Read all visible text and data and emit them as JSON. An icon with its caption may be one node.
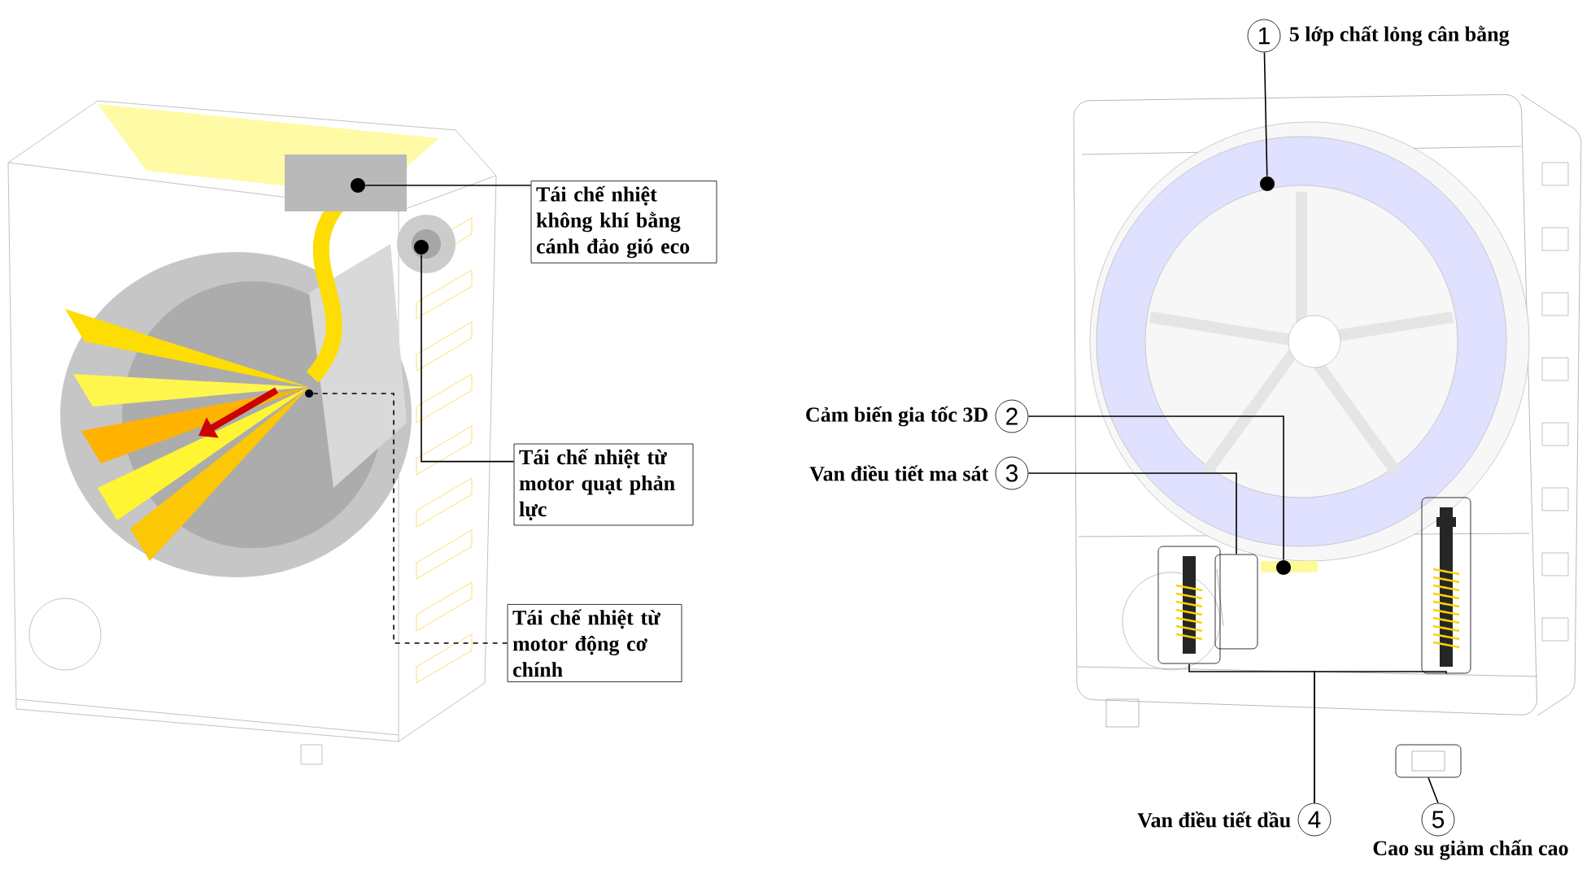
{
  "diagram": {
    "nodes": [
      {
        "text": [
          "Tái chế nhiệt không khí bằng cánh đảo gió eco"
        ]
      },
      {
        "text": [
          "Tái chế nhiệt từ motor quạt phản lực"
        ]
      },
      {
        "text": [
          "Tái chế nhiệt từ motor động cơ chính"
        ]
      },
      {
        "text": [],
        "shape": "circle"
      },
      {
        "text": [],
        "shape": "circle"
      },
      {
        "text": [],
        "shape": "circle"
      },
      {
        "text": [
          "1"
        ],
        "beside": [
          "5 lớp chất lỏng cân bằng"
        ]
      },
      {
        "text": [],
        "shape": "circle"
      },
      {
        "text": [
          "2"
        ],
        "beside": [
          "Cảm biến gia tốc 3D"
        ]
      },
      {
        "text": [],
        "shape": "circle"
      },
      {
        "text": [
          "3"
        ],
        "beside": [
          "Van điều tiết ma sát"
        ]
      },
      {
        "text": [],
        "shape": "box"
      },
      {
        "text": [
          "4"
        ],
        "beside": [
          "Van điều tiết dầu"
        ]
      },
      {
        "text": [],
        "shape": "box"
      },
      {
        "text": [],
        "shape": "box"
      },
      {
        "text": [
          "5"
        ],
        "beside": [
          "Cao su giảm chấn cao"
        ]
      },
      {
        "text": [],
        "shape": "box"
      }
    ],
    "edges": [
      {
        "from": 0,
        "to": 3,
        "arrow": "none"
      },
      {
        "from": 1,
        "to": 4,
        "arrow": "none"
      },
      {
        "from": 2,
        "to": 5,
        "arrow": "none",
        "style": "dashed"
      },
      {
        "from": 6,
        "to": 7,
        "arrow": "none"
      },
      {
        "from": 8,
        "to": 9,
        "arrow": "none"
      },
      {
        "from": 10,
        "to": 11,
        "arrow": "none"
      },
      {
        "from": 12,
        "to": 13,
        "arrow": "none"
      },
      {
        "from": 12,
        "to": 14,
        "arrow": "none"
      },
      {
        "from": 15,
        "to": 16,
        "arrow": "none"
      }
    ]
  }
}
